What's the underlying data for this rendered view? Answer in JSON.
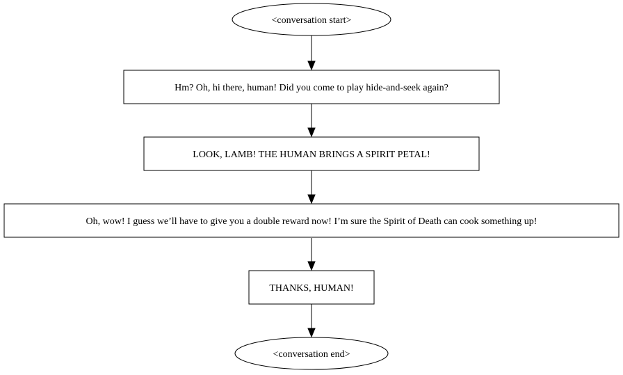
{
  "diagram": {
    "nodes": [
      {
        "id": "start",
        "shape": "ellipse",
        "label": "<conversation start>"
      },
      {
        "id": "n1",
        "shape": "box",
        "label": "Hm? Oh, hi there, human! Did you come to play hide-and-seek again?"
      },
      {
        "id": "n2",
        "shape": "box",
        "label": "LOOK, LAMB! THE HUMAN BRINGS A SPIRIT PETAL!"
      },
      {
        "id": "n3",
        "shape": "box",
        "label": "Oh, wow! I guess we’ll have to give you a double reward now! I’m sure the Spirit of Death can cook something up!"
      },
      {
        "id": "n4",
        "shape": "box",
        "label": "THANKS, HUMAN!"
      },
      {
        "id": "end",
        "shape": "ellipse",
        "label": "<conversation end>"
      }
    ],
    "edges": [
      {
        "from": "start",
        "to": "n1"
      },
      {
        "from": "n1",
        "to": "n2"
      },
      {
        "from": "n2",
        "to": "n3"
      },
      {
        "from": "n3",
        "to": "n4"
      },
      {
        "from": "n4",
        "to": "end"
      }
    ]
  }
}
